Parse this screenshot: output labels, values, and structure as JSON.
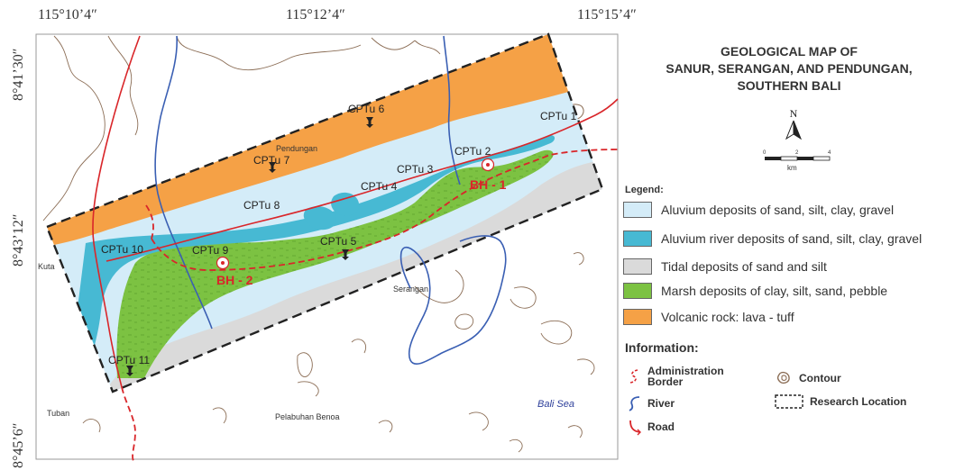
{
  "coords": {
    "lon_1": "115°10’4″",
    "lon_2": "115°12’4″",
    "lon_3": "115°15’4″",
    "lat_1": "8°41’30″",
    "lat_2": "8°43’12″",
    "lat_3": "8°45’6″"
  },
  "title": {
    "line1": "GEOLOGICAL MAP OF",
    "line2": "SANUR, SERANGAN, AND PENDUNGAN,",
    "line3": "SOUTHERN BALI"
  },
  "north_letter": "N",
  "scale": {
    "tick_0": "0",
    "tick_2": "2",
    "tick_4": "4",
    "unit": "km"
  },
  "legend": {
    "heading": "Legend:",
    "items": [
      {
        "label": "Aluvium deposits of sand, silt, clay, gravel",
        "color": "#d4ecf8"
      },
      {
        "label": "Aluvium river deposits of sand, silt, clay, gravel",
        "color": "#47b9d3"
      },
      {
        "label": "Tidal deposits of sand and silt",
        "color": "#dadada"
      },
      {
        "label": "Marsh deposits of clay, silt, sand, pebble",
        "color": "#7cc242"
      },
      {
        "label": "Volcanic rock: lava - tuff",
        "color": "#f5a146"
      }
    ]
  },
  "information": {
    "heading": "Information:",
    "admin_border": {
      "line1": "Administration",
      "line2": "Border"
    },
    "river": "River",
    "road": "Road",
    "contour": "Contour",
    "research_location": "Research Location"
  },
  "map_labels": {
    "cptu_1": "CPTu 1",
    "cptu_2": "CPTu 2",
    "cptu_3": "CPTu 3",
    "cptu_4": "CPTu 4",
    "cptu_5": "CPTu 5",
    "cptu_6": "CPTu 6",
    "cptu_7": "CPTu 7",
    "cptu_8": "CPTu 8",
    "cptu_9": "CPTu 9",
    "cptu_10": "CPTu 10",
    "cptu_11": "CPTu 11",
    "bh_1": "BH - 1",
    "bh_2": "BH - 2",
    "pendungan": "Pendungan",
    "serangan": "Serangan",
    "kuta": "Kuta",
    "tuban": "Tuban",
    "pelabuhan_benoa": "Pelabuhan Benoa",
    "bali_sea": "Bali Sea"
  },
  "colors": {
    "river": "#3a5fb3",
    "road": "#d9262a",
    "admin_border": "#d9262a",
    "contour": "#8b6d55",
    "borehole": "#d9262a",
    "bali_sea_text": "#2c3e9a"
  }
}
